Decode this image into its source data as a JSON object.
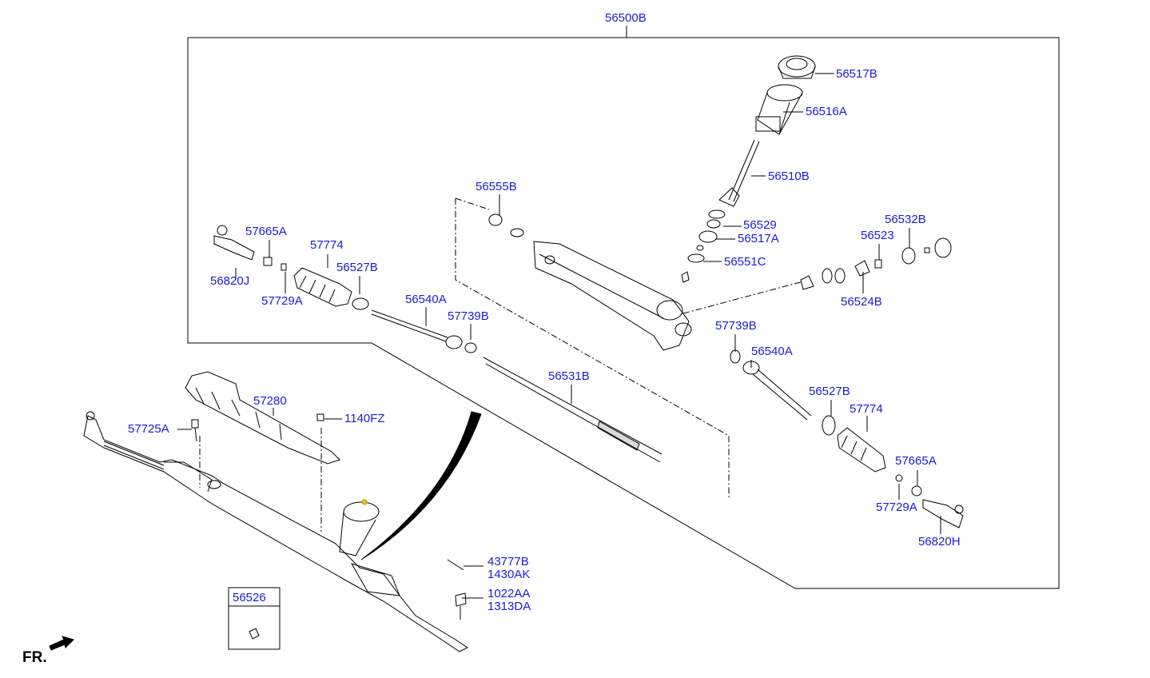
{
  "diagram": {
    "labels": {
      "assembly": "56500B",
      "l56517B": "56517B",
      "l56516A": "56516A",
      "l56510B": "56510B",
      "l56555B": "56555B",
      "l56529": "56529",
      "l56517A": "56517A",
      "l56551C": "56551C",
      "l56532B": "56532B",
      "l56523": "56523",
      "l56524B": "56524B",
      "l57665A_left": "57665A",
      "l57774_left": "57774",
      "l56527B_left": "56527B",
      "l56820J": "56820J",
      "l57729A_left": "57729A",
      "l56540A_left": "56540A",
      "l57739B_left": "57739B",
      "l57739B_right": "57739B",
      "l56540A_right": "56540A",
      "l56531B": "56531B",
      "l56527B_right": "56527B",
      "l57774_right": "57774",
      "l57665A_right": "57665A",
      "l57729A_right": "57729A",
      "l56820H": "56820H",
      "l57280": "57280",
      "l57725A": "57725A",
      "l1140FZ": "1140FZ",
      "l43777B": "43777B",
      "l1430AK": "1430AK",
      "l1022AA": "1022AA",
      "l1313DA": "1313DA",
      "l56526": "56526"
    },
    "direction_label": "FR.",
    "colors": {
      "label": "#1a1adb",
      "line": "#000000"
    }
  }
}
